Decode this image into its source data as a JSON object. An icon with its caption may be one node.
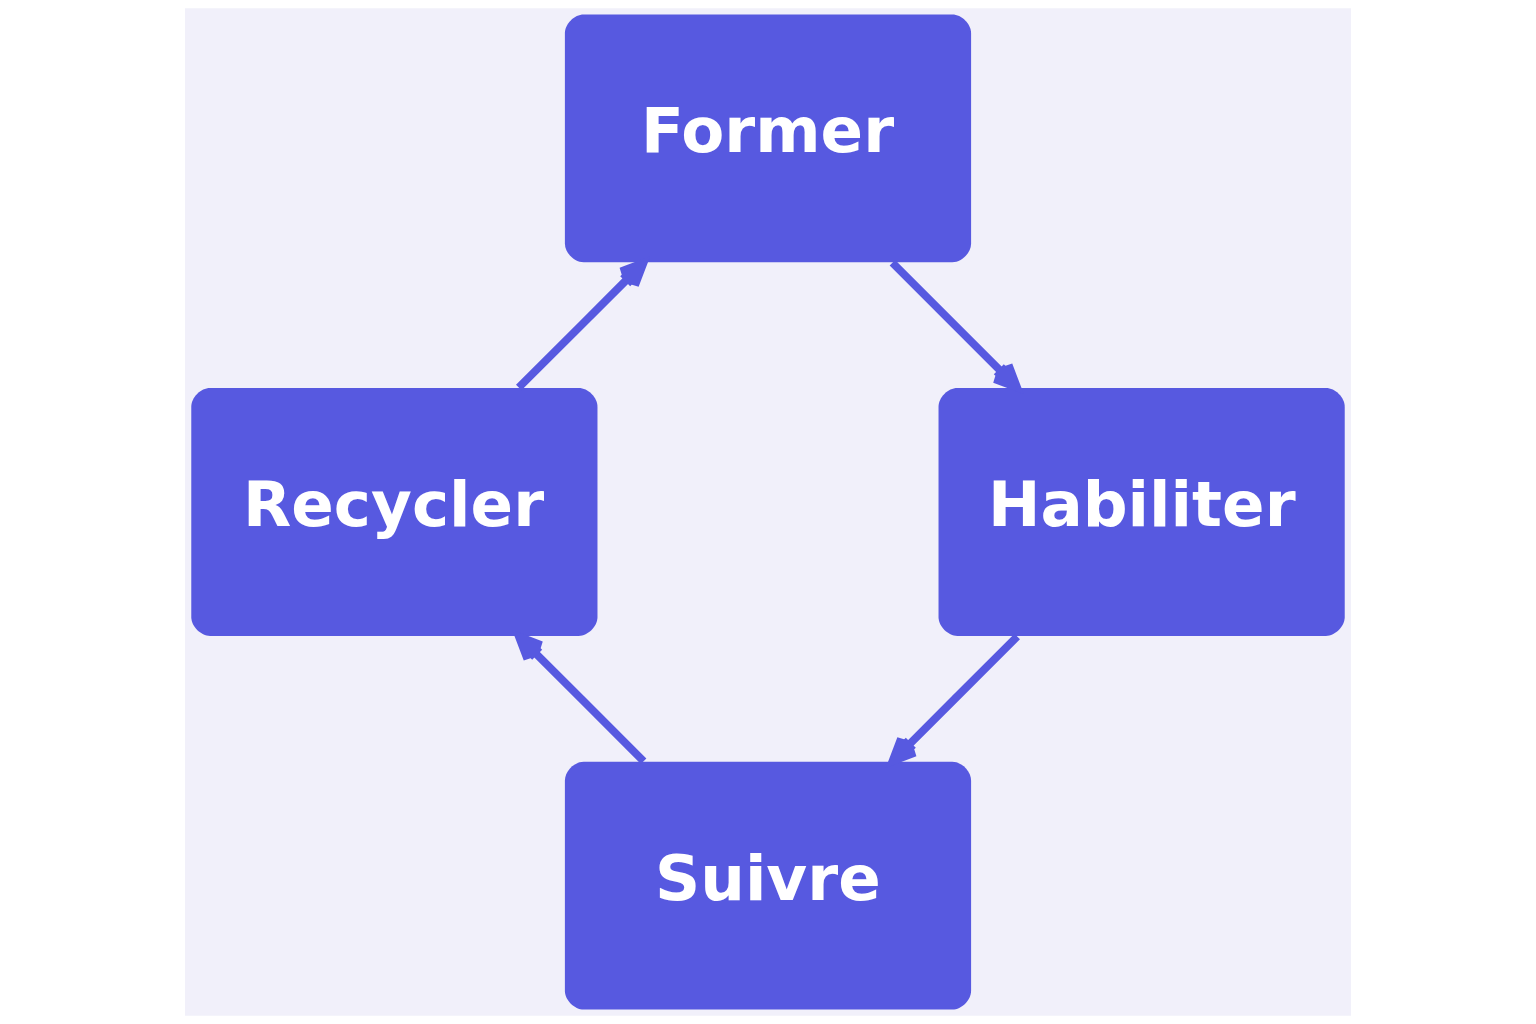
{
  "diagram": {
    "nodes": [
      {
        "text": [
          "Former"
        ]
      },
      {
        "text": [
          "Habiliter"
        ]
      },
      {
        "text": [
          "Suivre"
        ]
      },
      {
        "text": [
          "Recycler"
        ]
      }
    ],
    "edges": [
      {
        "from": 0,
        "to": 1,
        "arrow": "to"
      },
      {
        "from": 1,
        "to": 2,
        "arrow": "to"
      },
      {
        "from": 2,
        "to": 3,
        "arrow": "to"
      },
      {
        "from": 3,
        "to": 0,
        "arrow": "to"
      }
    ]
  }
}
